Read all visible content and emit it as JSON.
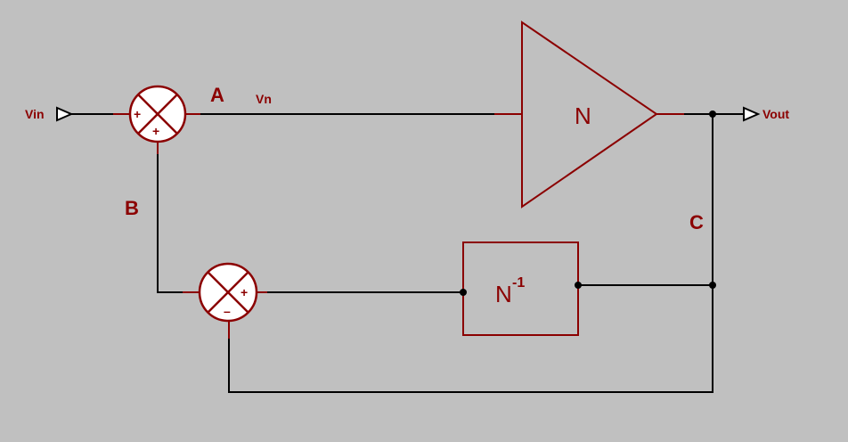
{
  "ports": {
    "input": "Vin",
    "output": "Vout"
  },
  "nets": {
    "a": "A",
    "b": "B",
    "c": "C",
    "vn": "Vn"
  },
  "blocks": {
    "amplifier": "N",
    "inverse": {
      "base": "N",
      "exponent": "-1"
    }
  },
  "summing_junctions": {
    "top": {
      "left": "+",
      "bottom": "+"
    },
    "bottom": {
      "right": "+",
      "bottom": "–"
    }
  },
  "colors": {
    "background": "#c0c0c0",
    "accent": "#8b0000",
    "wire": "#000000"
  }
}
